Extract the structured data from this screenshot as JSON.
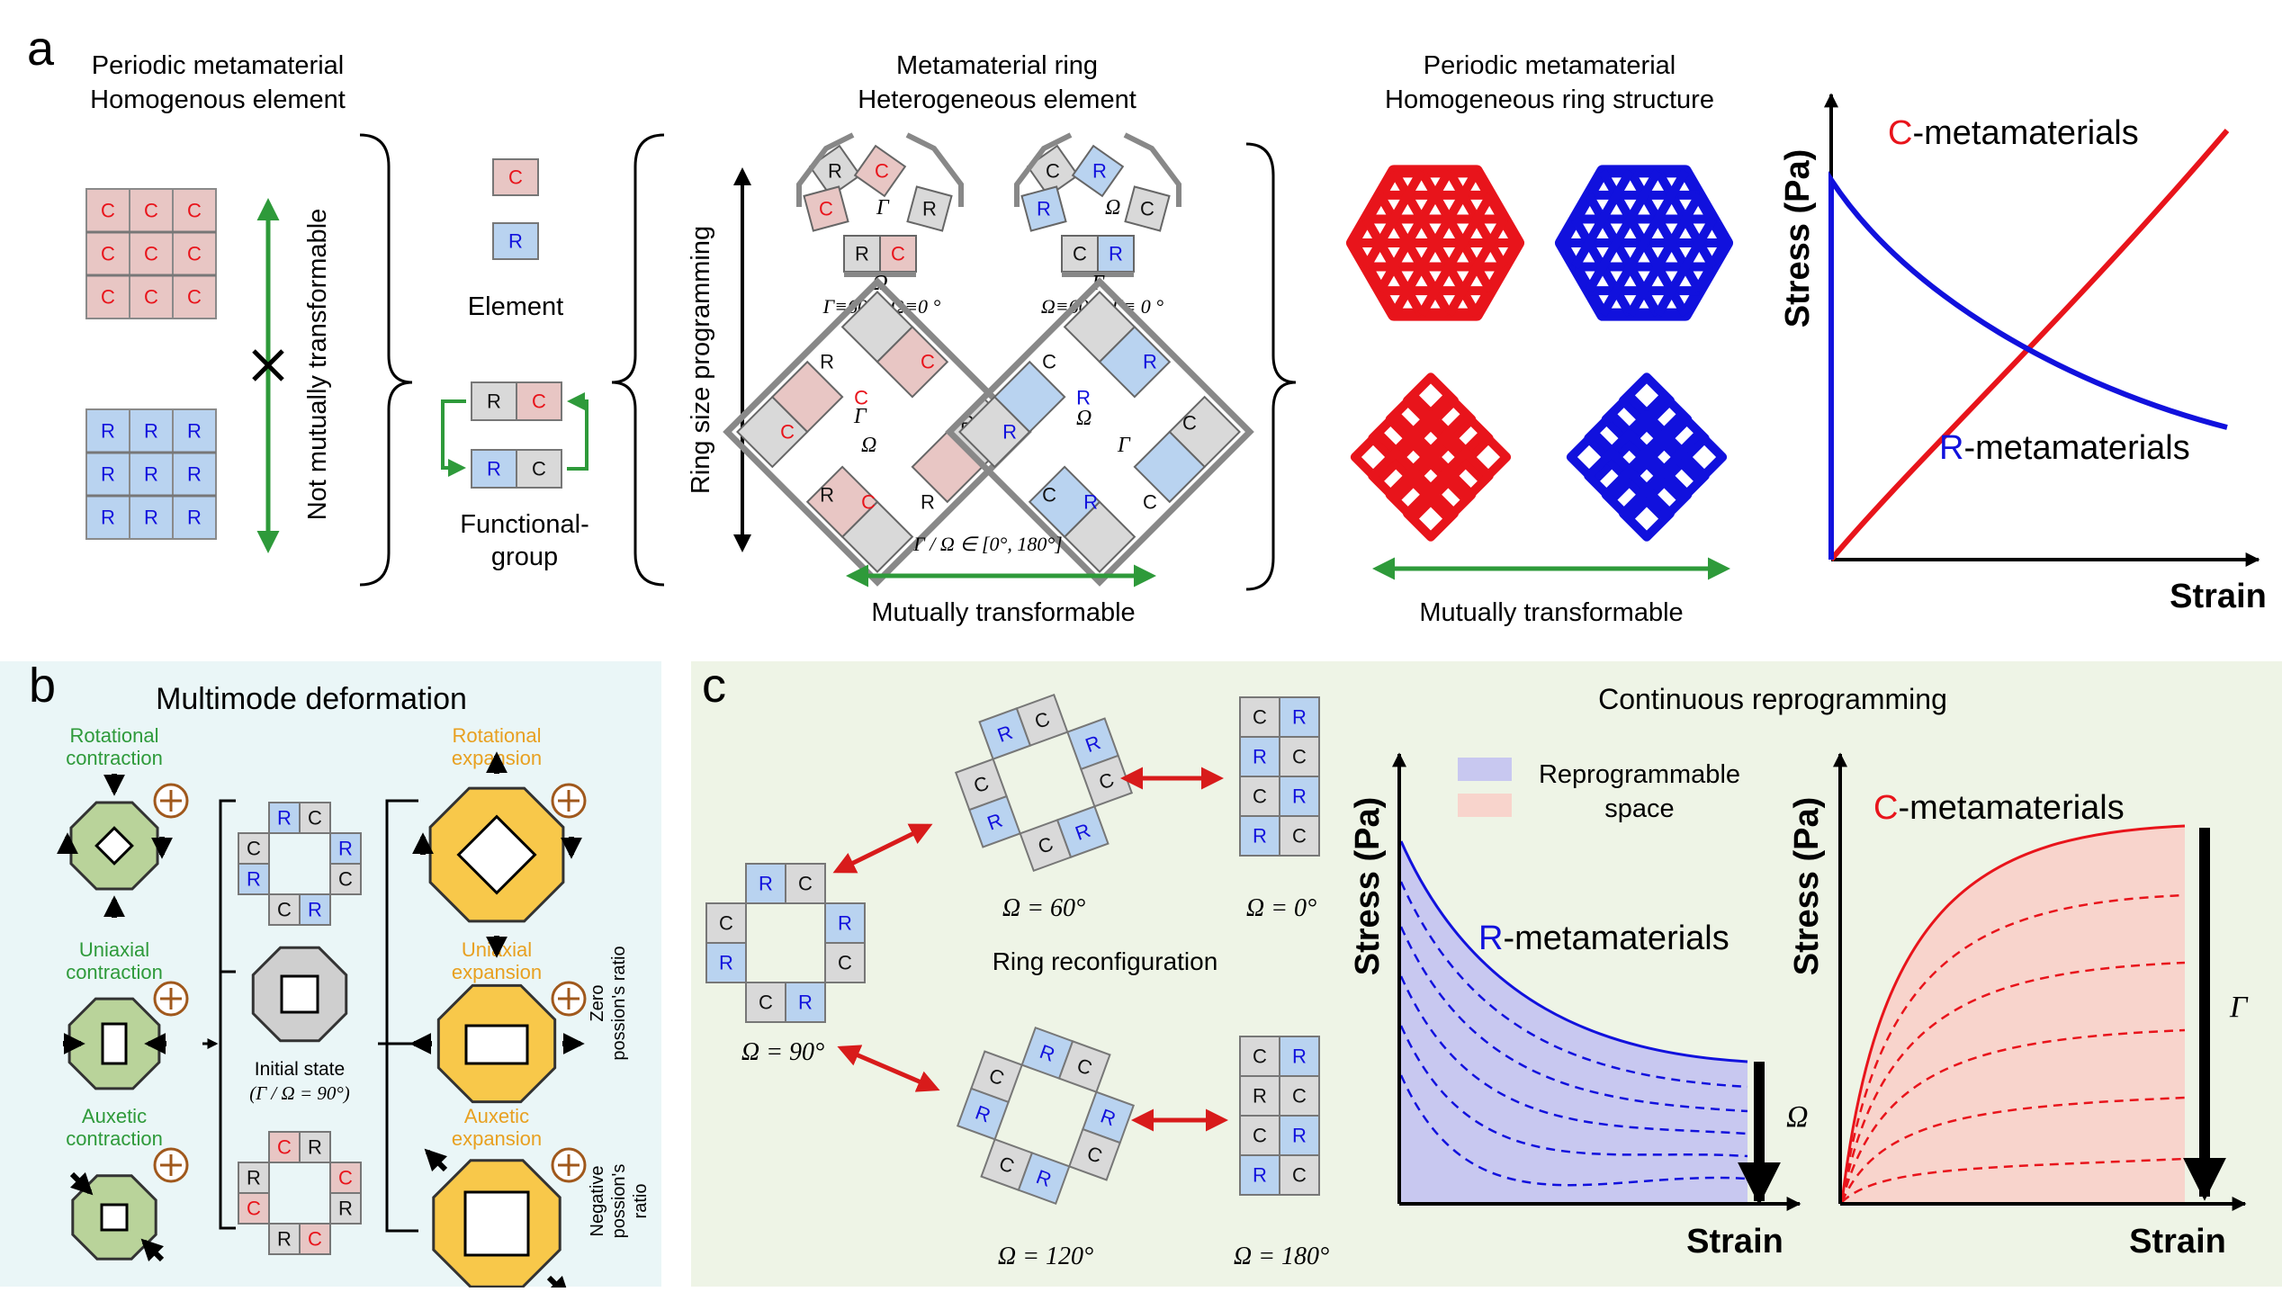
{
  "panel_a": {
    "letter": "a",
    "col1_title": [
      "Periodic metamaterial",
      "Homogenous element"
    ],
    "grid_c_letter": "C",
    "grid_r_letter": "R",
    "not_transformable": "Not mutually transformable",
    "element_c": "C",
    "element_r": "R",
    "element_label": "Element",
    "fg_top": [
      "R",
      "C"
    ],
    "fg_bottom": [
      "R",
      "C"
    ],
    "fg_label": [
      "Functional-",
      "group"
    ],
    "col3_title": [
      "Metamaterial ring",
      "Heterogeneous element"
    ],
    "ring_size": "Ring size programming",
    "pent_left_caption": "Γ≡60 °, Ω≡0 °",
    "pent_right_caption": "Ω≡60 °, Γ≡ 0 °",
    "square_caption": "Γ / Ω ∈ [0°, 180°]",
    "gamma": "Γ",
    "omega": "Ω",
    "mutually_1": "Mutually transformable",
    "col4_title": [
      "Periodic metamaterial",
      "Homogeneous ring structure"
    ],
    "mutually_2": "Mutually transformable",
    "chart_ylabel": "Stress (Pa)",
    "chart_xlabel": "Strain",
    "c_label_prefix": "C",
    "c_label_suffix": "-metamaterials",
    "r_label_prefix": "R",
    "r_label_suffix": "-metamaterials"
  },
  "panel_b": {
    "letter": "b",
    "title": "Multimode deformation",
    "left_modes": [
      [
        "Rotational",
        "contraction"
      ],
      [
        "Uniaxial",
        "contraction"
      ],
      [
        "Auxetic",
        "contraction"
      ]
    ],
    "right_modes": [
      [
        "Rotational",
        "expansion"
      ],
      [
        "Uniaxial",
        "expansion"
      ],
      [
        "Auxetic",
        "expansion"
      ]
    ],
    "initial_state": [
      "Initial state",
      "(Γ / Ω = 90°)"
    ],
    "zero_ratio": [
      "Zero",
      "possion's ratio"
    ],
    "negative_ratio": [
      "Negative",
      "possion's",
      "ratio"
    ]
  },
  "panel_c": {
    "letter": "c",
    "ring_reconfig": "Ring reconfiguration",
    "angle_90": "Ω = 90°",
    "angle_60": "Ω = 60°",
    "angle_0": "Ω = 0°",
    "angle_120": "Ω = 120°",
    "angle_180": "Ω = 180°",
    "title": "Continuous reprogramming",
    "legend_reprog": [
      "Reprogrammable",
      "space"
    ],
    "ylabel": "Stress (Pa)",
    "xlabel": "Strain",
    "r_prefix": "R",
    "r_suffix": "-metamaterials",
    "c_prefix": "C",
    "c_suffix": "-metamaterials",
    "omega": "Ω",
    "gamma": "Γ"
  },
  "colors": {
    "red": "#e8141b",
    "blue": "#1111dd",
    "green": "#2e9a3a",
    "c_fill": "#e8c6c4",
    "r_fill": "#b9d3f0",
    "panel_b_bg": "#eaf6f7",
    "panel_c_bg": "#eef4e6",
    "octagon_green": "#b9d39a",
    "octagon_yellow": "#f8c84a",
    "brown": "#a0581c"
  }
}
